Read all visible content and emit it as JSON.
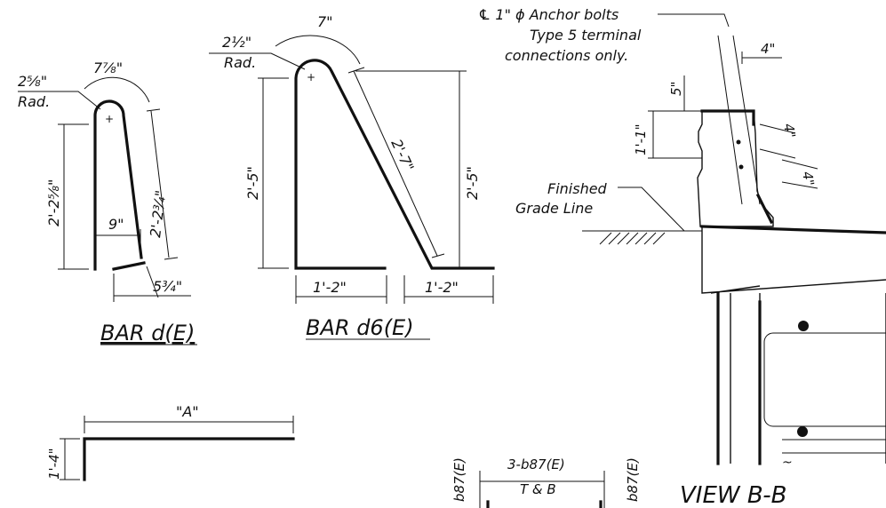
{
  "bar_d": {
    "radius": "2⅝\"",
    "radius_word": "Rad.",
    "arc": "7⅞\"",
    "height": "2'-2⅝\"",
    "slope": "2'-2¾\"",
    "gap": "9\"",
    "foot": "5¾\"",
    "title": "BAR d(E)"
  },
  "bar_d6": {
    "radius": "2½\"",
    "radius_word": "Rad.",
    "arc": "7\"",
    "height_left": "2'-5\"",
    "slope": "2'-7\"",
    "height_right": "2'-5\"",
    "leg_left": "1'-2\"",
    "leg_right": "1'-2\"",
    "title": "BAR d6(E)"
  },
  "bar_a": {
    "length": "\"A\"",
    "leg": "1'-4\""
  },
  "section_bottom": {
    "left_label": "b87(E)",
    "count": "3-b87(E)",
    "position": "T & B",
    "right_label": "b87(E)"
  },
  "view": {
    "anchor_line1": "℄ 1\" ϕ Anchor bolts",
    "anchor_line2": "Type 5 terminal",
    "anchor_line3": "connections only.",
    "dim_4_top": "4\"",
    "dim_5": "5\"",
    "dim_1_1": "1'-1\"",
    "dim_4_a": "4\"",
    "dim_4_b": "4\"",
    "grade_line1": "Finished",
    "grade_line2": "Grade Line",
    "title": "VIEW B-B"
  }
}
